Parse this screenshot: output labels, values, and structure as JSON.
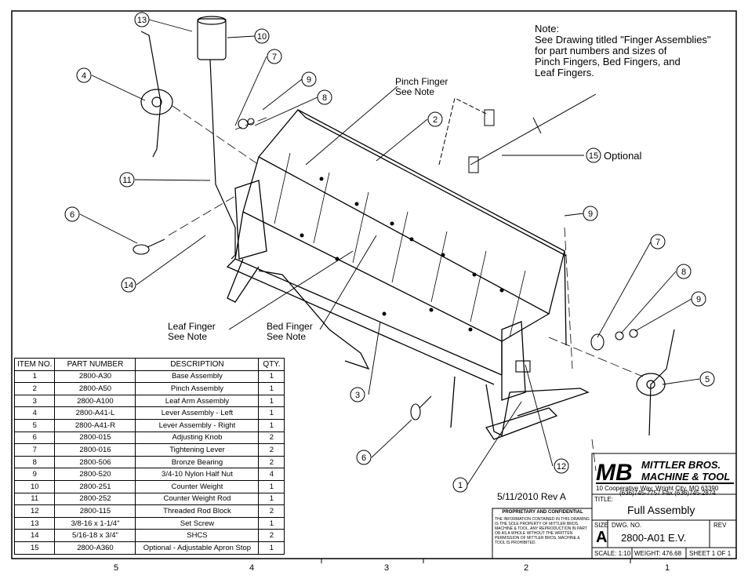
{
  "note": {
    "lines": [
      "Note:",
      "See Drawing titled \"Finger Assemblies\"",
      "for part numbers and sizes of",
      "Pinch Fingers, Bed Fingers, and",
      "Leaf Fingers."
    ]
  },
  "labels": {
    "pinch": [
      "Pinch Finger",
      "See Note"
    ],
    "leaf": [
      "Leaf Finger",
      "See Note"
    ],
    "bed": [
      "Bed Finger",
      "See Note"
    ],
    "optional": "Optional"
  },
  "balloons": [
    "13",
    "10",
    "7",
    "4",
    "9",
    "8",
    "2",
    "15",
    "11",
    "6",
    "14",
    "9",
    "7",
    "8",
    "9",
    "5",
    "3",
    "6",
    "12",
    "1"
  ],
  "bom": {
    "headers": [
      "ITEM NO.",
      "PART NUMBER",
      "DESCRIPTION",
      "QTY."
    ],
    "rows": [
      [
        "1",
        "2800-A30",
        "Base Assembly",
        "1"
      ],
      [
        "2",
        "2800-A50",
        "Pinch Assembly",
        "1"
      ],
      [
        "3",
        "2800-A100",
        "Leaf Arm Assembly",
        "1"
      ],
      [
        "4",
        "2800-A41-L",
        "Lever Assembly - Left",
        "1"
      ],
      [
        "5",
        "2800-A41-R",
        "Lever Assembly - Right",
        "1"
      ],
      [
        "6",
        "2800-015",
        "Adjusting Knob",
        "2"
      ],
      [
        "7",
        "2800-016",
        "Tightening Lever",
        "2"
      ],
      [
        "8",
        "2800-506",
        "Bronze Bearing",
        "2"
      ],
      [
        "9",
        "2800-520",
        "3/4-10 Nylon Half Nut",
        "4"
      ],
      [
        "10",
        "2800-251",
        "Counter Weight",
        "1"
      ],
      [
        "11",
        "2800-252",
        "Counter Weight Rod",
        "1"
      ],
      [
        "12",
        "2800-115",
        "Threaded Rod Block",
        "2"
      ],
      [
        "13",
        "3/8-16 x 1-1/4\"",
        "Set Screw",
        "1"
      ],
      [
        "14",
        "5/16-18 x 3/4\"",
        "SHCS",
        "2"
      ],
      [
        "15",
        "2800-A360",
        "Optional - Adjustable Apron Stop",
        "1"
      ]
    ]
  },
  "revision": "5/11/2010 Rev A",
  "title_block": {
    "logo_mark": "MB",
    "company_line1": "MITTLER BROS.",
    "company_line2": "MACHINE & TOOL",
    "address": "10 Cooperative Way, Wright City, MO 63390",
    "phone": "(636)745-7757 Fax (636)745-2874",
    "title_label": "TITLE:",
    "title": "Full Assembly",
    "prop_heading": "PROPRIETARY AND CONFIDENTIAL",
    "prop_text": "THE INFORMATION CONTAINED IN THIS DRAWING IS THE SOLE PROPERTY OF MITTLER BROS. MACHINE & TOOL. ANY REPRODUCTION IN PART OR AS A WHOLE WITHOUT THE WRITTEN PERMISSION OF MITTLER BROS. MACHINE & TOOL IS PROHIBITED.",
    "size_label": "SIZE",
    "size": "A",
    "dwg_label": "DWG.  NO.",
    "dwg_no": "2800-A01 E.V.",
    "rev_label": "REV",
    "scale": "SCALE: 1:10",
    "weight": "WEIGHT: 476.68",
    "sheet": "SHEET 1 OF 1"
  },
  "zones": [
    "5",
    "4",
    "3",
    "2",
    "1"
  ]
}
